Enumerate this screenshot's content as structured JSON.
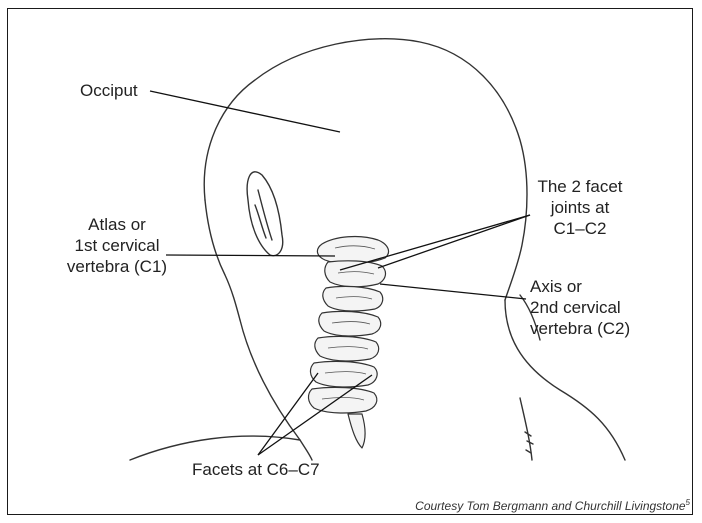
{
  "labels": {
    "occiput": "Occiput",
    "atlas": [
      "Atlas or",
      "1st cervical",
      "vertebra (C1)"
    ],
    "facet_joints": [
      "The 2 facet",
      "joints at",
      "C1–C2"
    ],
    "axis": [
      "Axis or",
      "2nd cervical",
      "vertebra (C2)"
    ],
    "facets_c6c7": "Facets at C6–C7"
  },
  "credit": {
    "text": "Courtesy Tom Bergmann and Churchill Livingstone",
    "ref": "5"
  }
}
